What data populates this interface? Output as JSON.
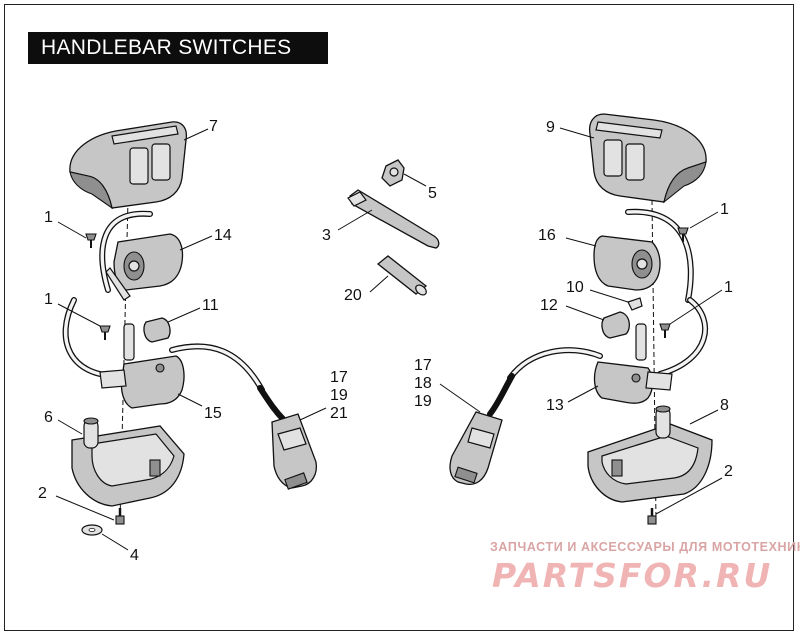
{
  "title": "HANDLEBAR SWITCHES",
  "callouts": {
    "left": {
      "c7": "7",
      "c14": "14",
      "c1a": "1",
      "c1b": "1",
      "c11": "11",
      "c15": "15",
      "c6": "6",
      "c2": "2",
      "c4": "4"
    },
    "center": {
      "c5": "5",
      "c3": "3",
      "c20": "20"
    },
    "left_connector": {
      "c17": "17",
      "c19": "19",
      "c21": "21"
    },
    "right_connector": {
      "c17": "17",
      "c18": "18",
      "c19": "19"
    },
    "right": {
      "c9": "9",
      "c1a": "1",
      "c16": "16",
      "c10": "10",
      "c1b": "1",
      "c12": "12",
      "c13": "13",
      "c8": "8",
      "c2": "2"
    }
  },
  "watermark": {
    "caption": "ЗАПЧАСТИ И АКСЕССУАРЫ ДЛЯ МОТОТЕХНИКИ",
    "logo": "PARTSFOR.RU"
  },
  "colors": {
    "title_bg": "#0d0d0d",
    "title_fg": "#ffffff",
    "watermark": "#f0b4b4"
  }
}
